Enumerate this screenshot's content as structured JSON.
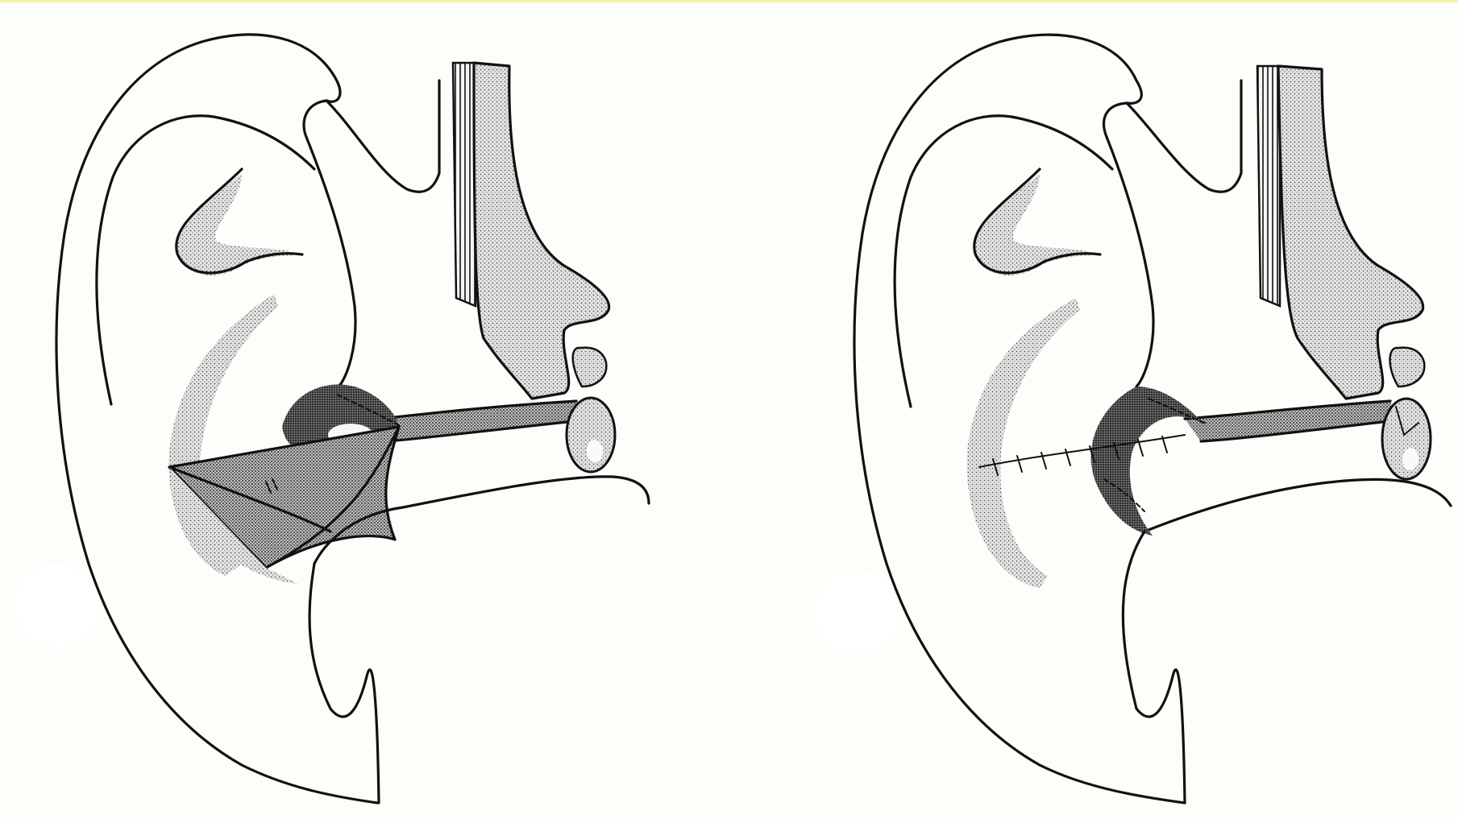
{
  "figure": {
    "panels": [
      {
        "id": "left",
        "state": "flap-raised"
      },
      {
        "id": "right",
        "state": "flap-sutured"
      }
    ],
    "colors": {
      "background": "#fdfdf9",
      "ink": "#111111",
      "stipple_light": "#9a9a9a",
      "stipple_dark": "#3a3a3a",
      "label_dot": "#ffffff"
    }
  }
}
